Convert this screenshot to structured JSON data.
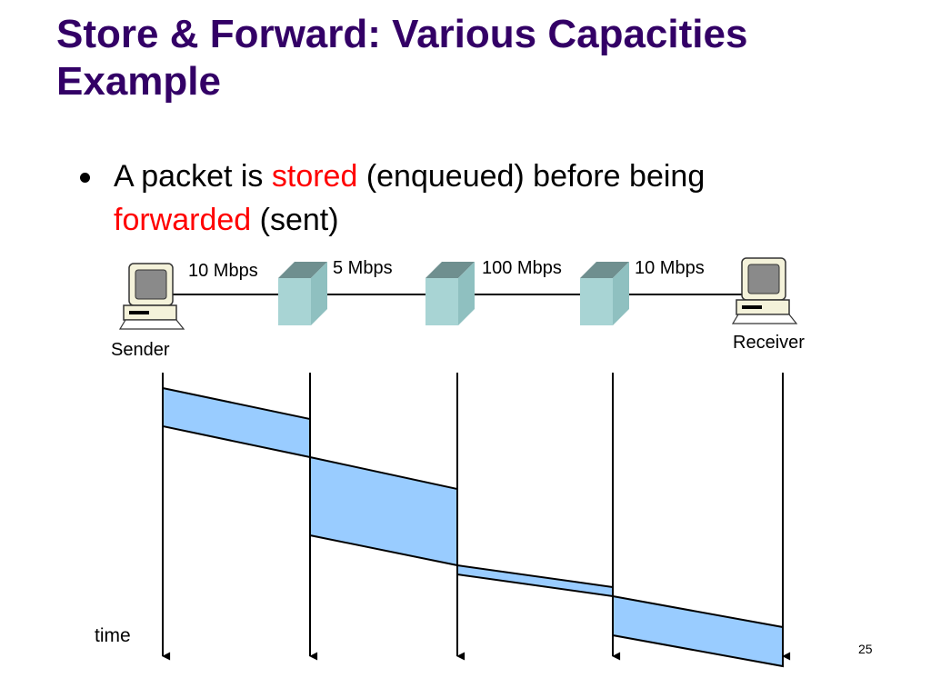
{
  "slide": {
    "title_line1": "Store & Forward: Various Capacities",
    "title_line2": "Example",
    "bullet": {
      "part1": "A packet is ",
      "highlight1": "stored",
      "part2": " (enqueued) before being",
      "highlight2": "forwarded",
      "part3": " (sent)"
    },
    "page_number": "25"
  },
  "network": {
    "nodes": {
      "sender": "Sender",
      "receiver": "Receiver"
    },
    "links": [
      {
        "capacity": "10 Mbps"
      },
      {
        "capacity": "5 Mbps"
      },
      {
        "capacity": "100 Mbps"
      },
      {
        "capacity": "10 Mbps"
      }
    ],
    "time_axis_label": "time",
    "colors": {
      "title": "#330066",
      "highlight": "#ff0000",
      "packet_fill": "#99ccff",
      "router_front": "#a8d4d4",
      "router_side": "#8fc0c0",
      "router_top": "#6f8f8f"
    },
    "icons": [
      "computer-icon",
      "router-box-icon"
    ]
  }
}
